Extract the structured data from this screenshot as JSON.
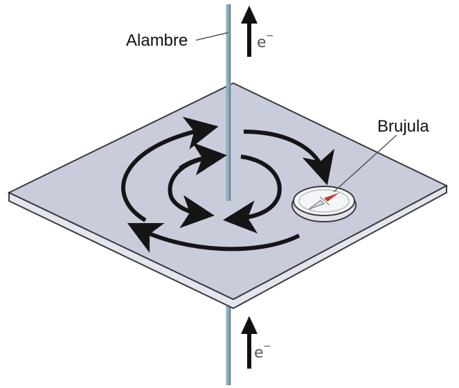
{
  "labels": {
    "wire": "Alambre",
    "compass": "Brujula",
    "electron_top": "e",
    "electron_bottom": "e",
    "electron_sign": "−"
  },
  "icons": {
    "current_arrow": "up-arrow-icon",
    "field_arrow": "circular-arrow"
  },
  "colors": {
    "plate_top": "#c9ccdb",
    "plate_edge": "#e3e5ef",
    "plate_outline": "#3a3a3a",
    "wire": "#8fb0c0",
    "wire_dark": "#5f8597",
    "field_lines": "#151515",
    "compass_needle": "#c0392b",
    "label_text": "#111111"
  }
}
